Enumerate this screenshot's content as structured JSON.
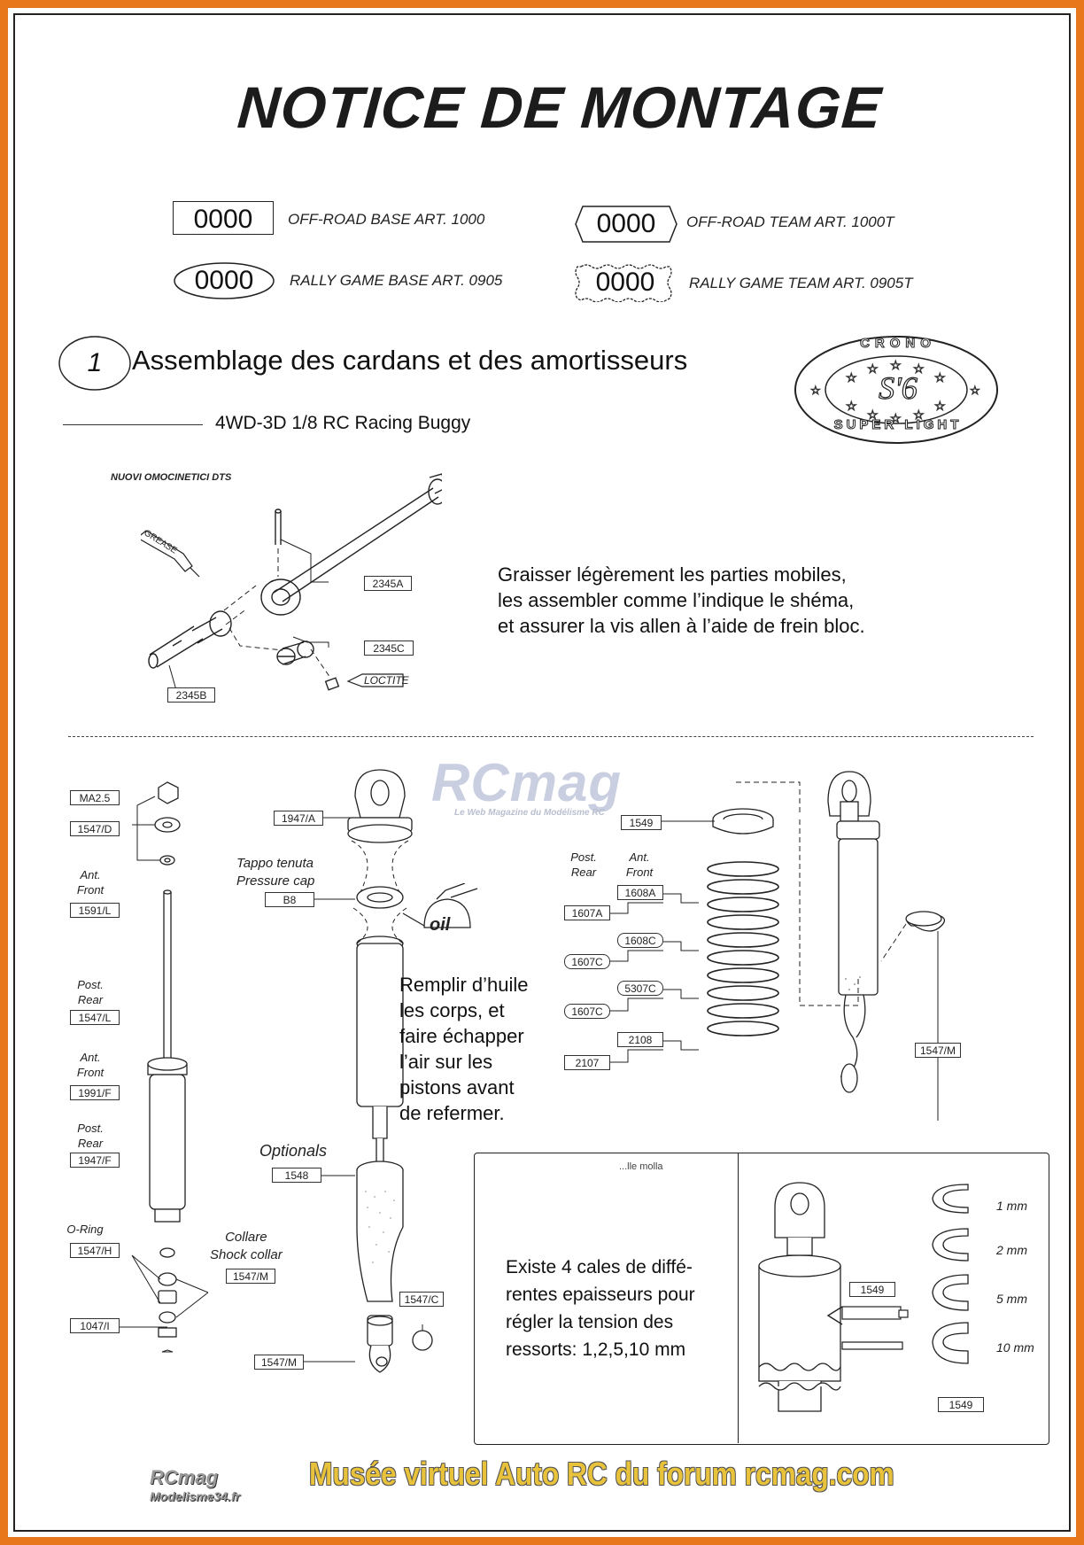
{
  "title": "NOTICE DE MONTAGE",
  "models": [
    {
      "code": "0000",
      "label": "OFF-ROAD BASE ART. 1000"
    },
    {
      "code": "0000",
      "label": "OFF-ROAD TEAM ART. 1000T"
    },
    {
      "code": "0000",
      "label": "RALLY GAME BASE ART. 0905"
    },
    {
      "code": "0000",
      "label": "RALLY GAME TEAM ART. 0905T"
    }
  ],
  "step": {
    "number": "1",
    "title": "Assemblage des cardans et des amortisseurs"
  },
  "subtitle": "4WD-3D 1/8 RC Racing Buggy",
  "logo": {
    "top": "CRONO",
    "center": "S'6",
    "bottom": "SUPER LIGHT"
  },
  "cardan": {
    "heading": "NUOVI OMOCINETICI",
    "heading_bold": "DTS",
    "grease": "GREASE",
    "loctite": "LOCTITE",
    "parts": [
      "2345A",
      "2345C",
      "2345B"
    ],
    "instructions": "Graisser légèrement les parties mobiles,\nles assembler comme l’indique le shéma,\net assurer la vis allen à l’aide de frein bloc."
  },
  "shock_left": {
    "parts": [
      "MA2.5",
      "1547/D",
      "1591/L",
      "1547/L",
      "1991/F",
      "1947/F",
      "1547/H",
      "1547/M",
      "1047/I"
    ],
    "labels": {
      "ant_front_1": "Ant.\nFront",
      "post_rear_1": "Post.\nRear",
      "ant_front_2": "Ant.\nFront",
      "post_rear_2": "Post.\nRear",
      "oring": "O-Ring",
      "collar": "Collare\nShock collar"
    }
  },
  "shock_middle": {
    "parts": [
      "1947/A",
      "B8",
      "1548",
      "1547/C",
      "1547/M"
    ],
    "pressure_cap": "Tappo tenuta\nPressure cap",
    "oil": "oil",
    "optionals": "Optionals",
    "instructions": "Remplir d’huile\nles corps, et\nfaire échapper\nl’air sur les\npistons avant\nde refermer."
  },
  "springs": {
    "parts": [
      "1549",
      "1608A",
      "1607A",
      "1608C",
      "1607C",
      "5307C",
      "1607C",
      "2108",
      "2107",
      "1547/M"
    ],
    "post_rear": "Post.\nRear",
    "ant_front": "Ant.\nFront"
  },
  "spacers": {
    "cut_text": "...lle molla",
    "text": "Existe 4 cales de diffé-\nrentes epaisseurs pour\nrégler la tension des\nressorts: 1,2,5,10 mm",
    "part_top": "1549",
    "part_bottom": "1549",
    "sizes": [
      "1 mm",
      "2 mm",
      "5 mm",
      "10 mm"
    ]
  },
  "watermark": {
    "brand": "RCmag",
    "tagline": "Le Web Magazine du Modélisme RC"
  },
  "footer": {
    "brand": "RCmag",
    "site": "Modelisme34.fr",
    "text": "Musée virtuel Auto RC du forum rcmag.com"
  },
  "colors": {
    "frame": "#e8771c",
    "footer_text": "#e8c23a",
    "ink": "#1c1c1c"
  }
}
